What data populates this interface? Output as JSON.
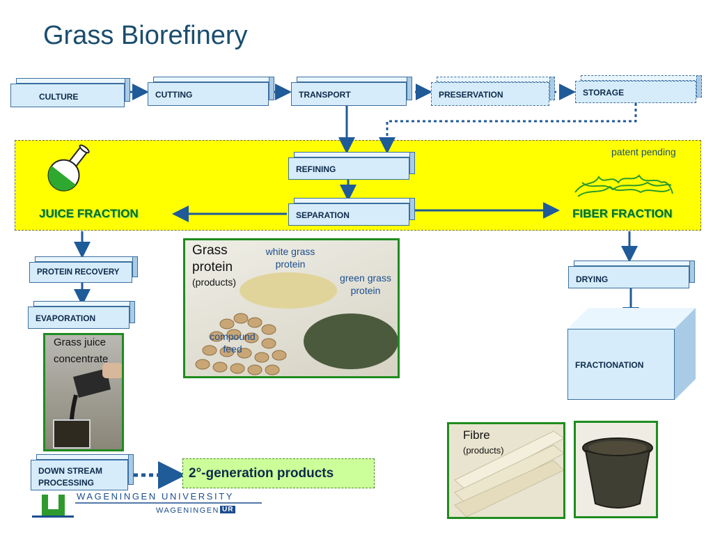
{
  "title": "Grass Biorefinery",
  "patent": "patent pending",
  "steps": {
    "culture": "CULTURE",
    "cutting": "CUTTING",
    "transport": "TRANSPORT",
    "preservation": "PRESERVATION",
    "storage": "STORAGE",
    "refining": "REFINING",
    "separation": "SEPARATION",
    "protein_recovery": "PROTEIN RECOVERY",
    "evaporation": "EVAPORATION",
    "downstream_line1": "DOWN STREAM",
    "downstream_line2": "PROCESSING",
    "drying": "DRYING",
    "fractionation": "FRACTIONATION"
  },
  "fractions": {
    "juice": "JUICE FRACTION",
    "fiber": "FIBER FRACTION"
  },
  "protein_photo": {
    "heading1": "Grass",
    "heading2": "protein",
    "heading3": "(products)",
    "white_line1": "white grass",
    "white_line2": "protein",
    "green_line1": "green grass",
    "green_line2": "protein",
    "compound_line1": "compound",
    "compound_line2": "feed"
  },
  "juice_photo": {
    "line1": "Grass juice",
    "line2": "concentrate"
  },
  "fibre_photo": {
    "heading": "Fibre",
    "sub": "(products)"
  },
  "second_generation": "2°-generation products",
  "logo": {
    "line1": "WAGENINGEN UNIVERSITY",
    "line2": "WAGENINGEN",
    "ur": "UR"
  },
  "colors": {
    "accent": "#1a4d6e",
    "box_fill": "#d6ecfa",
    "highlight": "#ffff00",
    "fraction_text": "#0a6f12"
  }
}
